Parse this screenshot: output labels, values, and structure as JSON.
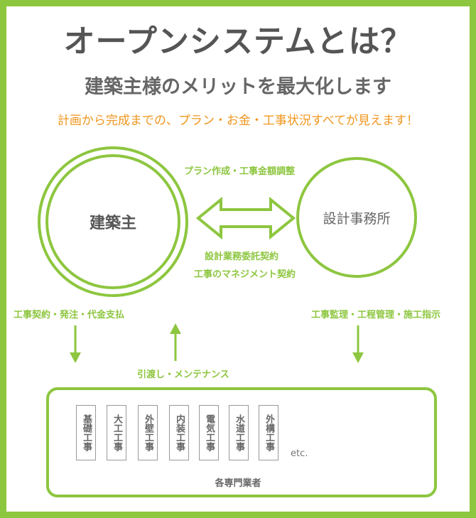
{
  "header": {
    "title": "オープンシステムとは？",
    "subtitle": "建築主様のメリットを最大化します",
    "tagline": "計画から完成までの、プラン・お金・工事状況すべてが見えます！"
  },
  "nodes": {
    "client": "建築主",
    "office": "設計事務所"
  },
  "relations": {
    "top": "プラン作成・工事金額調整",
    "bottom_1": "設計業務委託契約",
    "bottom_2": "工事のマネジメント契約",
    "left": "工事契約・発注・代金支払",
    "right": "工事監理・工程管理・施工指示",
    "center": "引渡し・メンテナンス"
  },
  "contractors": {
    "label": "各専門業者",
    "etc": "etc.",
    "trades": [
      "基礎工事",
      "大工工事",
      "外壁工事",
      "内装工事",
      "電気工事",
      "水道工事",
      "外構工事"
    ]
  },
  "colors": {
    "accent": "#8dc63f",
    "orange": "#f0961e",
    "text": "#555555"
  }
}
